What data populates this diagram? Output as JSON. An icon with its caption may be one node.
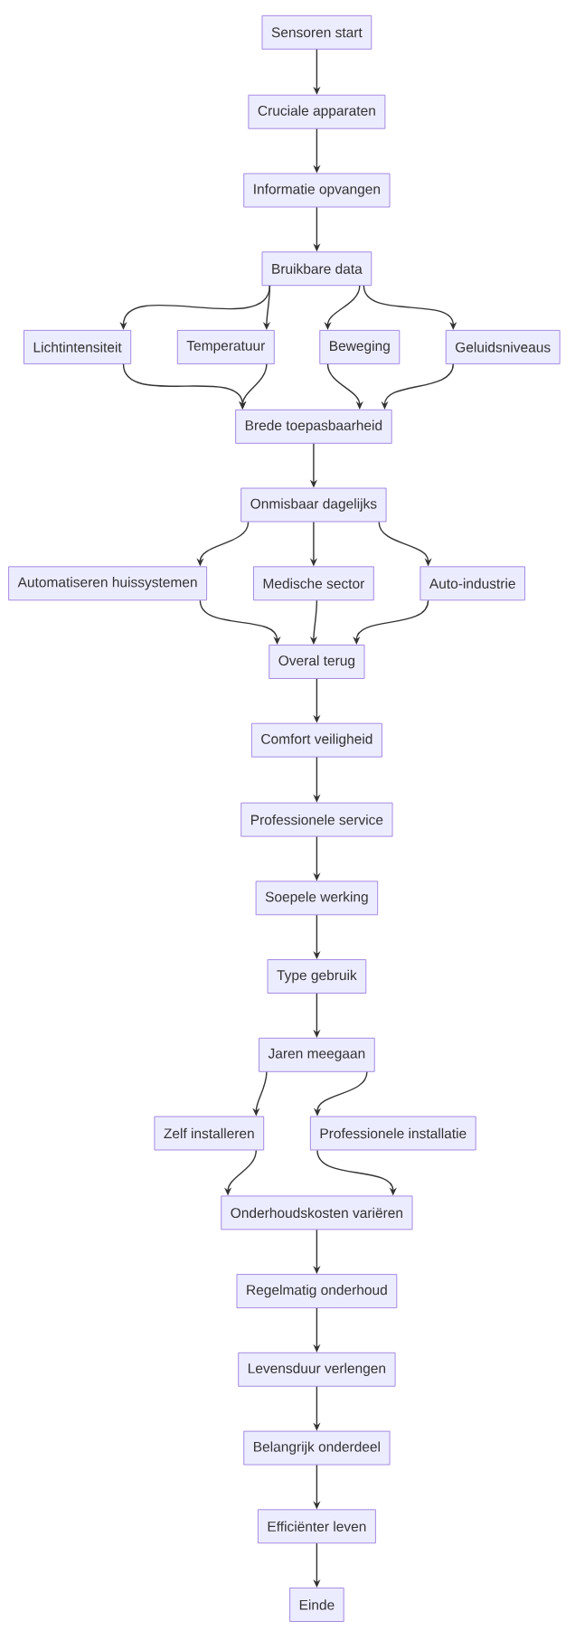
{
  "diagram": {
    "nodes": [
      {
        "text": [
          "Sensoren start"
        ]
      },
      {
        "text": [
          "Cruciale apparaten"
        ]
      },
      {
        "text": [
          "Informatie opvangen"
        ]
      },
      {
        "text": [
          "Bruikbare data"
        ]
      },
      {
        "text": [
          "Lichtintensiteit"
        ]
      },
      {
        "text": [
          "Temperatuur"
        ]
      },
      {
        "text": [
          "Beweging"
        ]
      },
      {
        "text": [
          "Geluidsniveaus"
        ]
      },
      {
        "text": [
          "Brede toepasbaarheid"
        ]
      },
      {
        "text": [
          "Onmisbaar dagelijks"
        ]
      },
      {
        "text": [
          "Automatiseren huissystemen"
        ]
      },
      {
        "text": [
          "Medische sector"
        ]
      },
      {
        "text": [
          "Auto-industrie"
        ]
      },
      {
        "text": [
          "Overal terug"
        ]
      },
      {
        "text": [
          "Comfort veiligheid"
        ]
      },
      {
        "text": [
          "Professionele service"
        ]
      },
      {
        "text": [
          "Soepele werking"
        ]
      },
      {
        "text": [
          "Type gebruik"
        ]
      },
      {
        "text": [
          "Jaren meegaan"
        ]
      },
      {
        "text": [
          "Zelf installeren"
        ]
      },
      {
        "text": [
          "Professionele installatie"
        ]
      },
      {
        "text": [
          "Onderhoudskosten variëren"
        ]
      },
      {
        "text": [
          "Regelmatig onderhoud"
        ]
      },
      {
        "text": [
          "Levensduur verlengen"
        ]
      },
      {
        "text": [
          "Belangrijk onderdeel"
        ]
      },
      {
        "text": [
          "Efficiënter leven"
        ]
      },
      {
        "text": [
          "Einde"
        ]
      }
    ],
    "edges": [
      {
        "from": 0,
        "to": 1,
        "arrow": "to"
      },
      {
        "from": 1,
        "to": 2,
        "arrow": "to"
      },
      {
        "from": 2,
        "to": 3,
        "arrow": "to"
      },
      {
        "from": 3,
        "to": 4,
        "arrow": "to"
      },
      {
        "from": 3,
        "to": 5,
        "arrow": "to"
      },
      {
        "from": 3,
        "to": 6,
        "arrow": "to"
      },
      {
        "from": 3,
        "to": 7,
        "arrow": "to"
      },
      {
        "from": 4,
        "to": 8,
        "arrow": "to"
      },
      {
        "from": 5,
        "to": 8,
        "arrow": "to"
      },
      {
        "from": 6,
        "to": 8,
        "arrow": "to"
      },
      {
        "from": 7,
        "to": 8,
        "arrow": "to"
      },
      {
        "from": 8,
        "to": 9,
        "arrow": "to"
      },
      {
        "from": 9,
        "to": 10,
        "arrow": "to"
      },
      {
        "from": 9,
        "to": 11,
        "arrow": "to"
      },
      {
        "from": 9,
        "to": 12,
        "arrow": "to"
      },
      {
        "from": 10,
        "to": 13,
        "arrow": "to"
      },
      {
        "from": 11,
        "to": 13,
        "arrow": "to"
      },
      {
        "from": 12,
        "to": 13,
        "arrow": "to"
      },
      {
        "from": 13,
        "to": 14,
        "arrow": "to"
      },
      {
        "from": 14,
        "to": 15,
        "arrow": "to"
      },
      {
        "from": 15,
        "to": 16,
        "arrow": "to"
      },
      {
        "from": 16,
        "to": 17,
        "arrow": "to"
      },
      {
        "from": 17,
        "to": 18,
        "arrow": "to"
      },
      {
        "from": 18,
        "to": 19,
        "arrow": "to"
      },
      {
        "from": 18,
        "to": 20,
        "arrow": "to"
      },
      {
        "from": 19,
        "to": 21,
        "arrow": "to"
      },
      {
        "from": 20,
        "to": 21,
        "arrow": "to"
      },
      {
        "from": 21,
        "to": 22,
        "arrow": "to"
      },
      {
        "from": 22,
        "to": 23,
        "arrow": "to"
      },
      {
        "from": 23,
        "to": 24,
        "arrow": "to"
      },
      {
        "from": 24,
        "to": 25,
        "arrow": "to"
      },
      {
        "from": 25,
        "to": 26,
        "arrow": "to"
      }
    ]
  }
}
